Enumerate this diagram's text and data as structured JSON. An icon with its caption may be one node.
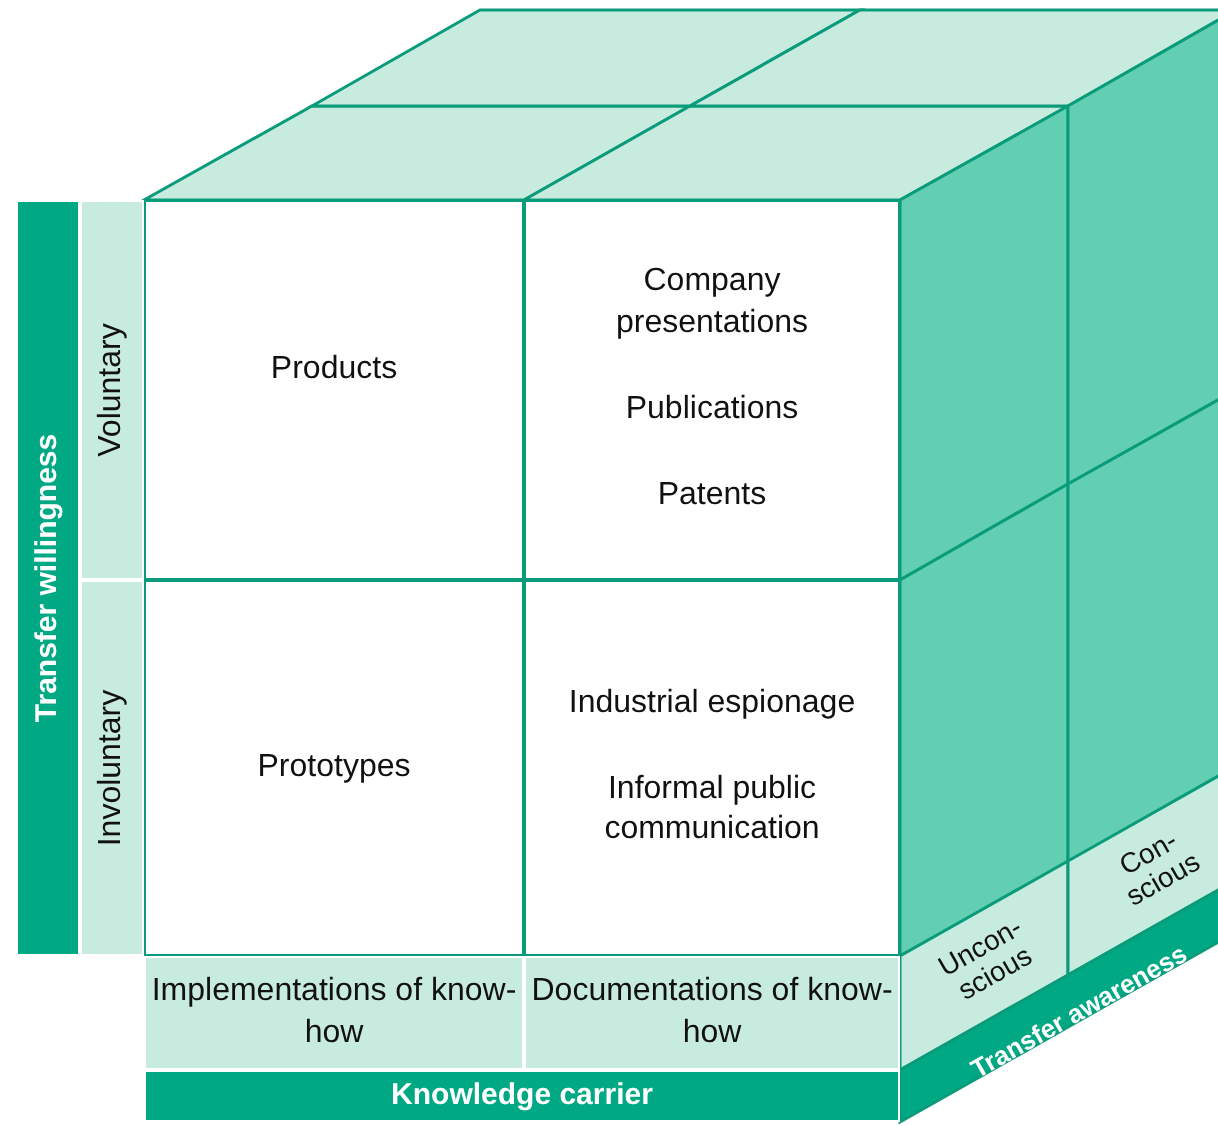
{
  "diagram": {
    "nodes": [
      {
        "text": [
          "Transfer willingness"
        ]
      },
      {
        "text": [
          "Voluntary"
        ]
      },
      {
        "text": [
          "Involuntary"
        ]
      },
      {
        "text": [
          "Products"
        ]
      },
      {
        "text": [
          "Company presentations",
          "Publications",
          "Patents"
        ]
      },
      {
        "text": [
          "Prototypes"
        ]
      },
      {
        "text": [
          "Industrial espionage",
          "Informal public communication"
        ]
      },
      {
        "text": [
          "Implementations of know-how"
        ]
      },
      {
        "text": [
          "Documentations of know-how"
        ]
      },
      {
        "text": [
          "Knowledge carrier"
        ]
      },
      {
        "text": [
          "Uncon- scious"
        ]
      },
      {
        "text": [
          "Con- scious"
        ]
      },
      {
        "text": [
          "Transfer awareness"
        ]
      }
    ]
  }
}
